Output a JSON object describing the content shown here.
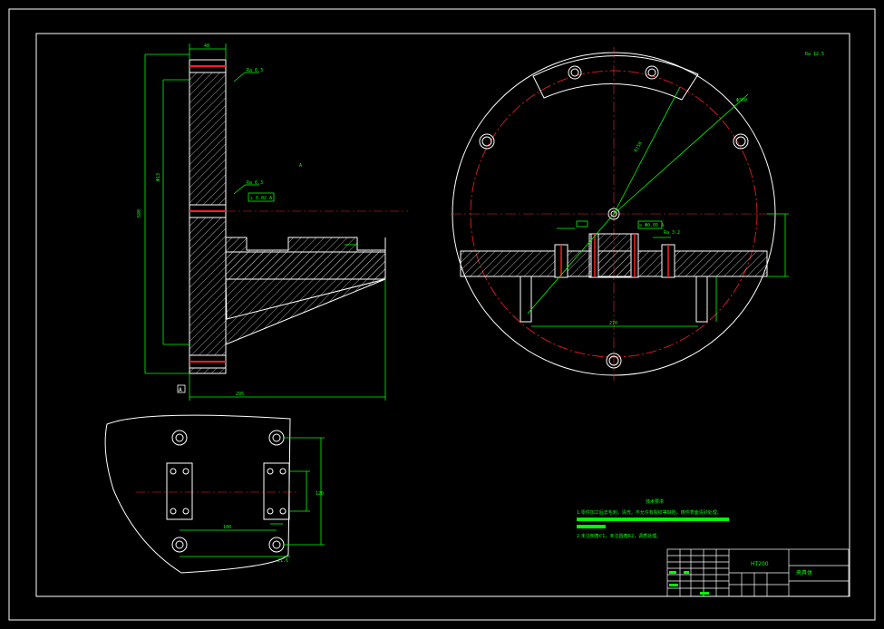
{
  "drawing": {
    "section_label": "A",
    "roughness_values": [
      "Ra 6.3",
      "Ra 6.3",
      "Ra 3.2",
      "Ra 12.5"
    ],
    "tech_requirements_title": "技术要求",
    "tech_requirements_line1": "1.零件加工后去毛刺，清洗，不允许有裂纹等缺陷，铸件表面清砂处理。",
    "tech_requirements_line3": "2.未注倒角C1，未注圆角R2，调质处理。",
    "title_block_name": "夹具体",
    "title_block_material": "HT200"
  },
  "colors": {
    "background": "#000000",
    "frame": "#ffffff",
    "outline": "#ffffff",
    "dimension": "#00ff00",
    "centerline": "#ff0000",
    "hatch": "#ffffff"
  }
}
